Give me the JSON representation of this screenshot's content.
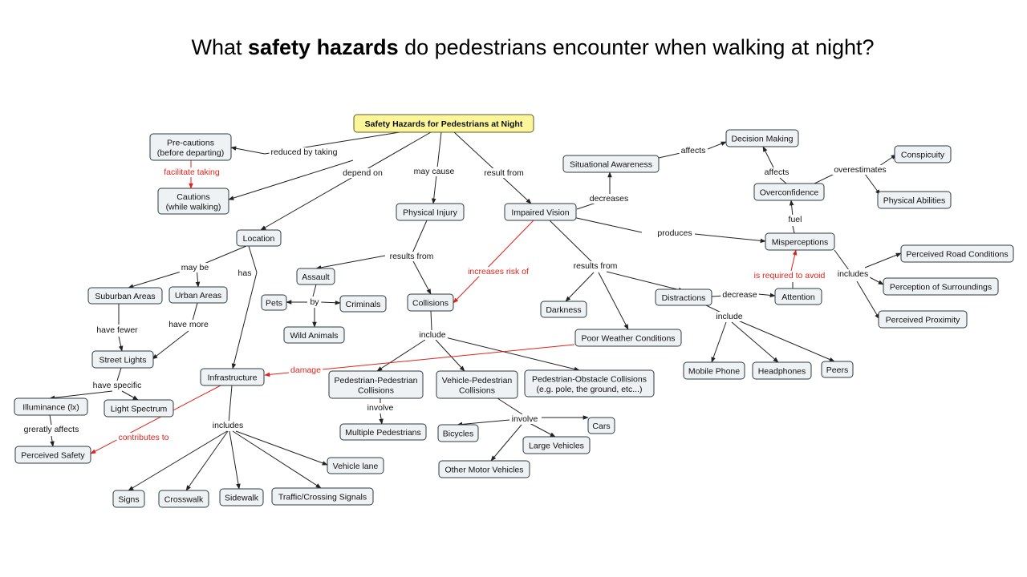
{
  "title": {
    "before": "What ",
    "bold": "safety hazards",
    "after": " do pedestrians encounter when walking at night?"
  },
  "colors": {
    "root_fill": "#fbf69a",
    "node_fill": "#eef2f4",
    "red_link": "#e0231c"
  },
  "nodes": [
    {
      "id": "root",
      "lines": [
        "Safety Hazards for Pedestrians at Night"
      ]
    },
    {
      "id": "precautions",
      "lines": [
        "Pre-cautions",
        "(before departing)"
      ]
    },
    {
      "id": "cautions",
      "lines": [
        "Cautions",
        "(while walking)"
      ]
    },
    {
      "id": "location",
      "lines": [
        "Location"
      ]
    },
    {
      "id": "suburban",
      "lines": [
        "Suburban Areas"
      ]
    },
    {
      "id": "urban",
      "lines": [
        "Urban Areas"
      ]
    },
    {
      "id": "streetlights",
      "lines": [
        "Street Lights"
      ]
    },
    {
      "id": "illuminance",
      "lines": [
        "Illuminance (lx)"
      ]
    },
    {
      "id": "lightspectrum",
      "lines": [
        "Light Spectrum"
      ]
    },
    {
      "id": "perceivedsafety",
      "lines": [
        "Perceived Safety"
      ]
    },
    {
      "id": "infrastructure",
      "lines": [
        "Infrastructure"
      ]
    },
    {
      "id": "signs",
      "lines": [
        "Signs"
      ]
    },
    {
      "id": "crosswalk",
      "lines": [
        "Crosswalk"
      ]
    },
    {
      "id": "sidewalk",
      "lines": [
        "Sidewalk"
      ]
    },
    {
      "id": "traffic",
      "lines": [
        "Traffic/Crossing Signals"
      ]
    },
    {
      "id": "vehiclelane",
      "lines": [
        "Vehicle lane"
      ]
    },
    {
      "id": "physinjury",
      "lines": [
        "Physical Injury"
      ]
    },
    {
      "id": "assault",
      "lines": [
        "Assault"
      ]
    },
    {
      "id": "pets",
      "lines": [
        "Pets"
      ]
    },
    {
      "id": "criminals",
      "lines": [
        "Criminals"
      ]
    },
    {
      "id": "wildanimals",
      "lines": [
        "Wild Animals"
      ]
    },
    {
      "id": "collisions",
      "lines": [
        "Collisions"
      ]
    },
    {
      "id": "pedped",
      "lines": [
        "Pedestrian-Pedestrian",
        "Collisions"
      ]
    },
    {
      "id": "multiped",
      "lines": [
        "Multiple Pedestrians"
      ]
    },
    {
      "id": "vehped",
      "lines": [
        "Vehicle-Pedestrian",
        "Collisions"
      ]
    },
    {
      "id": "pedobs",
      "lines": [
        "Pedestrian-Obstacle Collisions",
        "(e.g. pole, the ground, etc...)"
      ]
    },
    {
      "id": "bicycles",
      "lines": [
        "Bicycles"
      ]
    },
    {
      "id": "cars",
      "lines": [
        "Cars"
      ]
    },
    {
      "id": "largeveh",
      "lines": [
        "Large Vehicles"
      ]
    },
    {
      "id": "othermotor",
      "lines": [
        "Other Motor Vehicles"
      ]
    },
    {
      "id": "impaired",
      "lines": [
        "Impaired Vision"
      ]
    },
    {
      "id": "situational",
      "lines": [
        "Situational Awareness"
      ]
    },
    {
      "id": "decision",
      "lines": [
        "Decision Making"
      ]
    },
    {
      "id": "darkness",
      "lines": [
        "Darkness"
      ]
    },
    {
      "id": "poorweather",
      "lines": [
        "Poor Weather Conditions"
      ]
    },
    {
      "id": "distractions",
      "lines": [
        "Distractions"
      ]
    },
    {
      "id": "attention",
      "lines": [
        "Attention"
      ]
    },
    {
      "id": "mobile",
      "lines": [
        "Mobile Phone"
      ]
    },
    {
      "id": "headphones",
      "lines": [
        "Headphones"
      ]
    },
    {
      "id": "peers",
      "lines": [
        "Peers"
      ]
    },
    {
      "id": "overconfidence",
      "lines": [
        "Overconfidence"
      ]
    },
    {
      "id": "conspicuity",
      "lines": [
        "Conspicuity"
      ]
    },
    {
      "id": "physabilities",
      "lines": [
        "Physical Abilities"
      ]
    },
    {
      "id": "misperceptions",
      "lines": [
        "Misperceptions"
      ]
    },
    {
      "id": "roadcond",
      "lines": [
        "Perceived Road Conditions"
      ]
    },
    {
      "id": "surroundings",
      "lines": [
        "Perception of Surroundings"
      ]
    },
    {
      "id": "proximity",
      "lines": [
        "Perceived Proximity"
      ]
    }
  ],
  "link_labels": [
    {
      "id": "reduced",
      "text": "reduced by taking",
      "red": false
    },
    {
      "id": "facilitate",
      "text": "facilitate taking",
      "red": true
    },
    {
      "id": "dependon",
      "text": "depend on",
      "red": false
    },
    {
      "id": "maycause",
      "text": "may cause",
      "red": false
    },
    {
      "id": "resultfrom",
      "text": "result from",
      "red": false
    },
    {
      "id": "maybe",
      "text": "may be",
      "red": false
    },
    {
      "id": "has",
      "text": "has",
      "red": false
    },
    {
      "id": "havefewer",
      "text": "have fewer",
      "red": false
    },
    {
      "id": "havemore",
      "text": "have more",
      "red": false
    },
    {
      "id": "havespecific",
      "text": "have specific",
      "red": false
    },
    {
      "id": "greatly",
      "text": "greratly affects",
      "red": false
    },
    {
      "id": "contributes",
      "text": "contributes to",
      "red": true
    },
    {
      "id": "includes1",
      "text": "includes",
      "red": false
    },
    {
      "id": "resultsfrom1",
      "text": "results from",
      "red": false
    },
    {
      "id": "by",
      "text": "by",
      "red": false
    },
    {
      "id": "include1",
      "text": "include",
      "red": false
    },
    {
      "id": "involve1",
      "text": "involve",
      "red": false
    },
    {
      "id": "involve2",
      "text": "involve",
      "red": false
    },
    {
      "id": "increases",
      "text": "increases risk of",
      "red": true
    },
    {
      "id": "damage",
      "text": "damage",
      "red": true
    },
    {
      "id": "decreases",
      "text": "decreases",
      "red": false
    },
    {
      "id": "affects1",
      "text": "affects",
      "red": false
    },
    {
      "id": "affects2",
      "text": "affects",
      "red": false
    },
    {
      "id": "overestimates",
      "text": "overestimates",
      "red": false
    },
    {
      "id": "fuel",
      "text": "fuel",
      "red": false
    },
    {
      "id": "produces",
      "text": "produces",
      "red": false
    },
    {
      "id": "resultsfrom2",
      "text": "results from",
      "red": false
    },
    {
      "id": "decrease",
      "text": "decrease",
      "red": false
    },
    {
      "id": "required",
      "text": "is required to avoid",
      "red": true
    },
    {
      "id": "include2",
      "text": "include",
      "red": false
    },
    {
      "id": "includes2",
      "text": "includes",
      "red": false
    }
  ]
}
